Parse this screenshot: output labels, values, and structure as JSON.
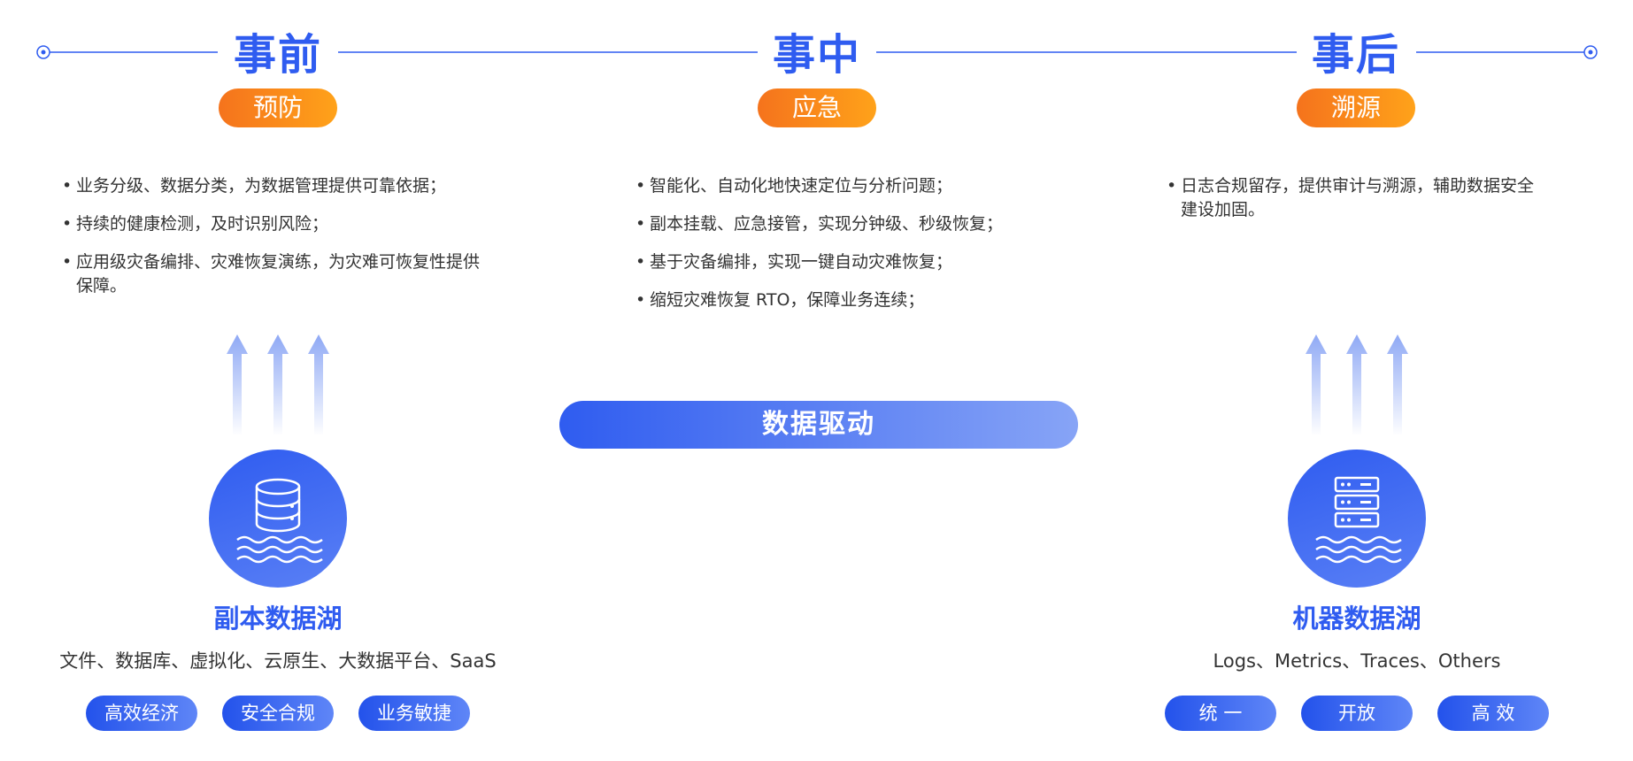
{
  "stages": [
    {
      "title": "事前",
      "pill": "预防"
    },
    {
      "title": "事中",
      "pill": "应急"
    },
    {
      "title": "事后",
      "pill": "溯源"
    }
  ],
  "bullets_pre": [
    "业务分级、数据分类，为数据管理提供可靠依据；",
    "持续的健康检测，及时识别风险；",
    "应用级灾备编排、灾难恢复演练，为灾难可恢复性提供保障。"
  ],
  "bullets_mid": [
    "智能化、自动化地快速定位与分析问题；",
    "副本挂载、应急接管，实现分钟级、秒级恢复；",
    "基于灾备编排，实现一键自动灾难恢复；",
    "缩短灾难恢复 RTO，保障业务连续；"
  ],
  "bullets_post": [
    "日志合规留存，提供审计与溯源，辅助数据安全建设加固。"
  ],
  "center_label": "数据驱动",
  "left_lake": {
    "title": "副本数据湖",
    "subtitle": "文件、数据库、虚拟化、云原生、大数据平台、SaaS",
    "tags": [
      "高效经济",
      "安全合规",
      "业务敏捷"
    ]
  },
  "right_lake": {
    "title": "机器数据湖",
    "subtitle": "Logs、Metrics、Traces、Others",
    "tags": [
      "统 一",
      "开放",
      "高 效"
    ]
  },
  "colors": {
    "primary": "#2f5cf0",
    "orange": "#f5731c",
    "text": "#333333"
  }
}
